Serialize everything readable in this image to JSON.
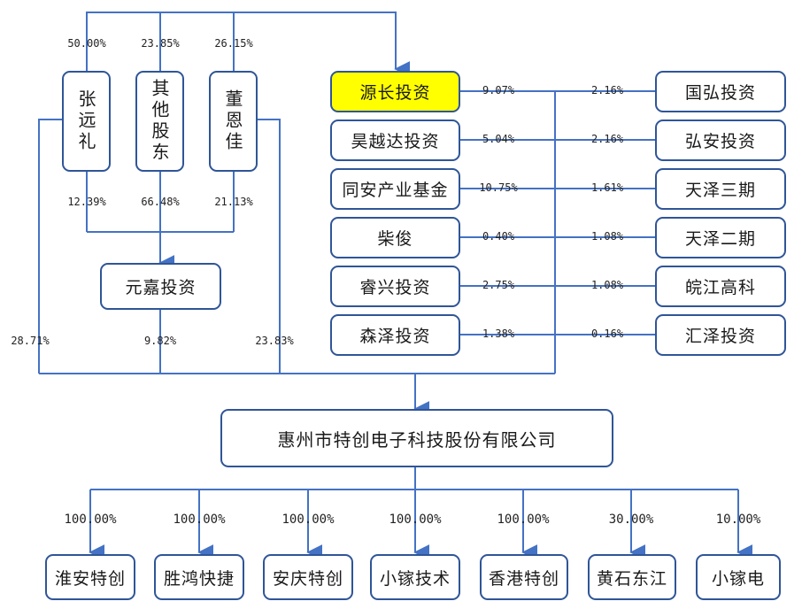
{
  "top_shareholders": [
    {
      "name": "张远礼",
      "top_pct": "50.00%",
      "bottom_pct": "12.39%"
    },
    {
      "name": "其他股东",
      "top_pct": "23.85%",
      "bottom_pct": "66.48%"
    },
    {
      "name": "董恩佳",
      "top_pct": "26.15%",
      "bottom_pct": "21.13%"
    }
  ],
  "yuanjia": {
    "name": "元嘉投资",
    "pct": "9.82%"
  },
  "left_pct": "28.71%",
  "right_pct": "23.83%",
  "middle_column": [
    {
      "name": "源长投资",
      "pct": "9.07%",
      "highlight": true
    },
    {
      "name": "昊越达投资",
      "pct": "5.04%"
    },
    {
      "name": "同安产业基金",
      "pct": "10.75%"
    },
    {
      "name": "柴俊",
      "pct": "0.40%"
    },
    {
      "name": "睿兴投资",
      "pct": "2.75%"
    },
    {
      "name": "森泽投资",
      "pct": "1.38%"
    }
  ],
  "right_column": [
    {
      "name": "国弘投资",
      "pct": "2.16%"
    },
    {
      "name": "弘安投资",
      "pct": "2.16%"
    },
    {
      "name": "天泽三期",
      "pct": "1.61%"
    },
    {
      "name": "天泽二期",
      "pct": "1.08%"
    },
    {
      "name": "皖江高科",
      "pct": "1.08%"
    },
    {
      "name": "汇泽投资",
      "pct": "0.16%"
    }
  ],
  "company": {
    "name": "惠州市特创电子科技股份有限公司"
  },
  "subsidiaries": [
    {
      "name": "淮安特创",
      "pct": "100.00%"
    },
    {
      "name": "胜鸿快捷",
      "pct": "100.00%"
    },
    {
      "name": "安庆特创",
      "pct": "100.00%"
    },
    {
      "name": "小镓技术",
      "pct": "100.00%"
    },
    {
      "name": "香港特创",
      "pct": "100.00%"
    },
    {
      "name": "黄石东江",
      "pct": "30.00%"
    },
    {
      "name": "小镓电",
      "pct": "10.00%"
    }
  ],
  "colors": {
    "line": "#4472c4",
    "border": "#2f5597",
    "highlight": "#ffff00"
  }
}
